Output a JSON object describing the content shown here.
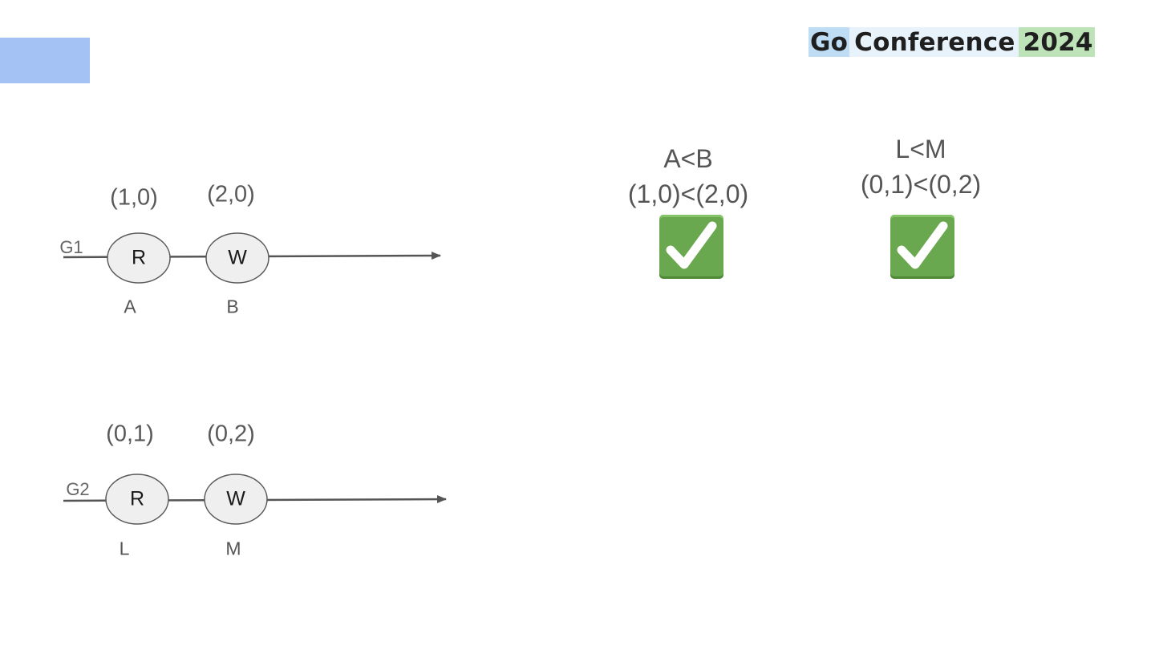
{
  "brand": {
    "word1": "Go",
    "word2": "Conference",
    "word3": "2024"
  },
  "colors": {
    "corner_block": "#a4c2f4",
    "node_fill": "#efefef",
    "line": "#555555",
    "check": "#6aa84f"
  },
  "timelines": [
    {
      "name": "G1",
      "events": [
        {
          "op": "R",
          "label": "A",
          "clock": "(1,0)"
        },
        {
          "op": "W",
          "label": "B",
          "clock": "(2,0)"
        }
      ]
    },
    {
      "name": "G2",
      "events": [
        {
          "op": "R",
          "label": "L",
          "clock": "(0,1)"
        },
        {
          "op": "W",
          "label": "M",
          "clock": "(0,2)"
        }
      ]
    }
  ],
  "comparisons": [
    {
      "relation": "A<B",
      "clocks": "(1,0)<(2,0)",
      "result_icon": "check-mark-icon"
    },
    {
      "relation": "L<M",
      "clocks": "(0,1)<(0,2)",
      "result_icon": "check-mark-icon"
    }
  ]
}
